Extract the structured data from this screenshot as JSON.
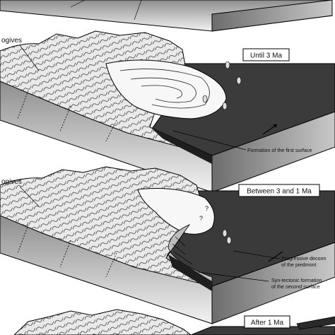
{
  "figure": {
    "panels": [
      {
        "stage_label": "Until 3 Ma",
        "side_label": "ogives",
        "annotations": [
          "Formation of the first surface"
        ]
      },
      {
        "stage_label": "Between 3 and 1 Ma",
        "side_label": "ogives",
        "annotations": [
          "Progressive deconn",
          "of the piedmont",
          "Syn-tectonic formation",
          "of the second surface"
        ]
      },
      {
        "stage_label": "After 1 Ma",
        "side_label": "",
        "annotations": []
      }
    ]
  }
}
